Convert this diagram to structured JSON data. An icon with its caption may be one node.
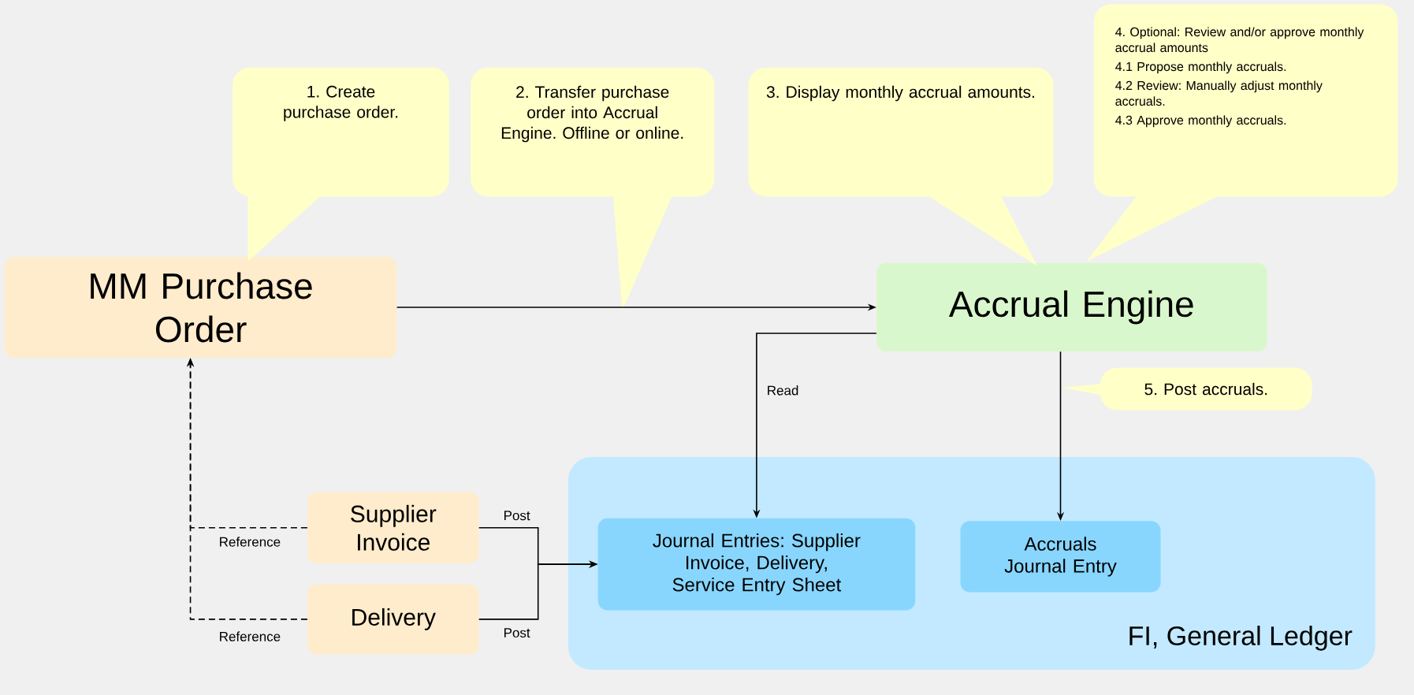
{
  "diagram": {
    "nodes": [
      {
        "text": [
          "MM Purchase Order"
        ]
      },
      {
        "text": [
          "Accrual Engine"
        ]
      },
      {
        "text": [
          "FI, General Ledger"
        ]
      },
      {
        "text": [
          "Journal Entries: Supplier Invoice, Delivery, Service Entry Sheet"
        ],
        "in": 2
      },
      {
        "text": [
          "Accruals Journal Entry"
        ],
        "in": 2
      },
      {
        "text": [
          "Supplier Invoice"
        ]
      },
      {
        "text": [
          "Delivery"
        ]
      },
      {
        "text": [
          "1. Create purchase order."
        ]
      },
      {
        "text": [
          "2. Transfer purchase order into Accrual Engine. Offline or online."
        ]
      },
      {
        "text": [
          "3. Display monthly accrual amounts."
        ]
      },
      {
        "text": [
          "4. Optional: Review and/or approve monthly accrual amounts",
          "4.1 Propose monthly accruals.",
          "4.2 Review: Manually adjust monthly accruals.",
          "4.3 Approve monthly accruals."
        ]
      },
      {
        "text": [
          "5. Post accruals."
        ]
      }
    ],
    "edges": [
      {
        "from": 0,
        "to": 1,
        "arrow": "to"
      },
      {
        "from": 1,
        "to": 3,
        "arrow": "to",
        "label": "Read"
      },
      {
        "from": 1,
        "to": 4,
        "arrow": "to"
      },
      {
        "from": 5,
        "to": 3,
        "arrow": "to",
        "label": "Post"
      },
      {
        "from": 6,
        "to": 3,
        "arrow": "to",
        "label": "Post"
      },
      {
        "from": 5,
        "to": 0,
        "arrow": "to",
        "label": "Reference",
        "style": "dashed"
      },
      {
        "from": 6,
        "to": 0,
        "arrow": "to",
        "label": "Reference",
        "style": "dashed"
      }
    ]
  }
}
